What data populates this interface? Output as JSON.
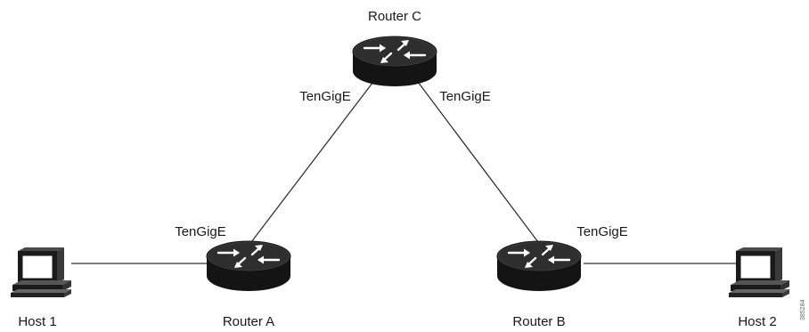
{
  "nodes": {
    "router_c": {
      "label": "Router C"
    },
    "router_a": {
      "label": "Router A"
    },
    "router_b": {
      "label": "Router B"
    },
    "host_1": {
      "label": "Host 1"
    },
    "host_2": {
      "label": "Host 2"
    }
  },
  "interfaces": {
    "router_c_left": "TenGigE",
    "router_c_right": "TenGigE",
    "router_a_top": "TenGigE",
    "router_b_right": "TenGigE"
  },
  "figure_id": "385284",
  "colors": {
    "router_body": "#1e1e1e",
    "router_top": "#3a3a3a",
    "arrow": "#ffffff",
    "line": "#333333"
  },
  "icons": {
    "router": "router-icon",
    "host": "computer-icon"
  }
}
